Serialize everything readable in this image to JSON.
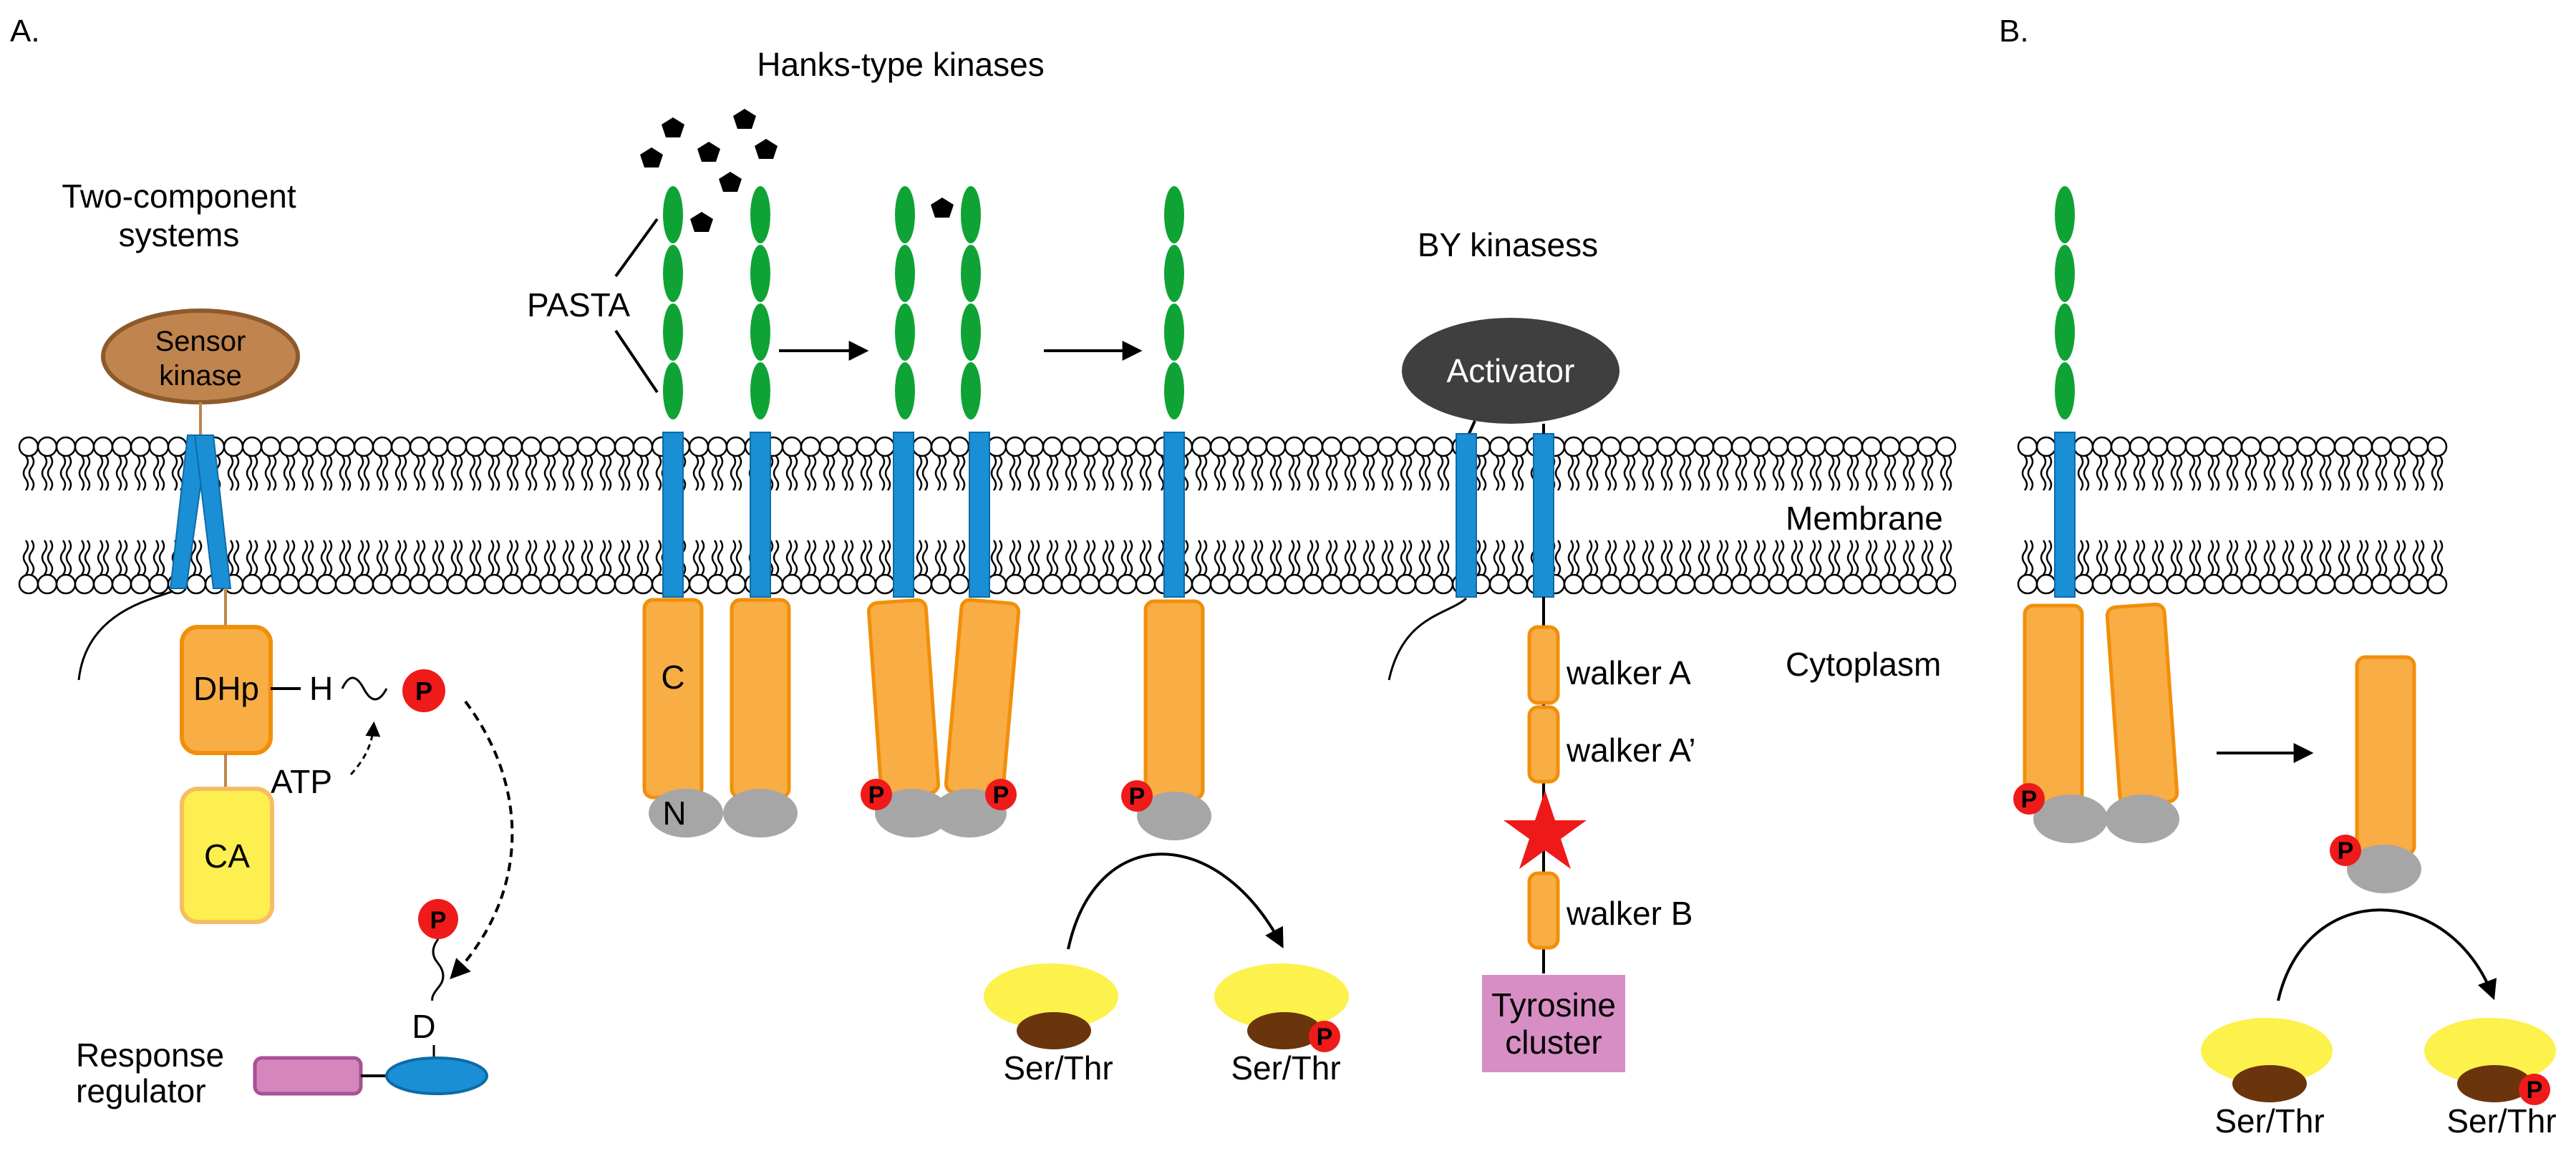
{
  "panel_a": {
    "label": "A."
  },
  "panel_b": {
    "label": "B."
  },
  "tcs": {
    "title_line1": "Two-component",
    "title_line2": "systems",
    "sensor_line1": "Sensor",
    "sensor_line2": "kinase",
    "dhp": "DHp",
    "histidine": "H",
    "ca": "CA",
    "atp": "ATP",
    "phospho": "P",
    "aspartate": "D",
    "rr_line1": "Response",
    "rr_line2": "regulator"
  },
  "hanks": {
    "title": "Hanks-type kinases",
    "pasta": "PASTA",
    "c_lobe": "C",
    "n_lobe": "N",
    "phospho": "P",
    "substrate": "Ser/Thr"
  },
  "by": {
    "title": "BY kinasess",
    "activator": "Activator",
    "walker_a": "walker A",
    "walker_a2": "walker A’",
    "walker_b": "walker B",
    "tyr_line1": "Tyrosine",
    "tyr_line2": "cluster"
  },
  "membrane": "Membrane",
  "cytoplasm": "Cytoplasm",
  "colors": {
    "tm_helix": "#1a8fd6",
    "pasta": "#0fa336",
    "kinase": "#f9ad45",
    "kinase_border": "#f18f0a",
    "nlobe": "#a6a6a6",
    "phospho": "#ef1a1a",
    "sensor": "#c0844e",
    "ca": "#fdef4f",
    "rr_box": "#d486bd",
    "rr_oval": "#1a8fd6",
    "activator": "#3f3f3f",
    "substrate": "#fdf14b",
    "substrate_core": "#6a340c",
    "tyrosine": "#d78ec4",
    "star": "#ee1a1a"
  }
}
